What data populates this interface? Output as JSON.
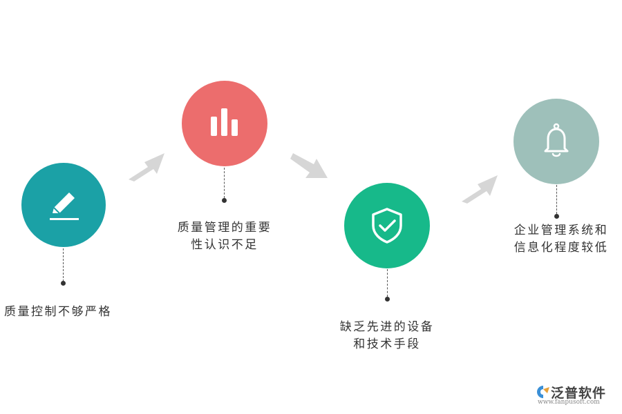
{
  "colors": {
    "teal": "#1ba1a6",
    "red": "#ec6d6d",
    "green": "#17b98a",
    "sage": "#9ec0ba",
    "arrow": "#cfcfcf",
    "text": "#333333"
  },
  "steps": [
    {
      "icon": "pencil-icon",
      "lines": [
        "质量控制不够严格"
      ]
    },
    {
      "icon": "bar-chart-icon",
      "lines": [
        "质量管理的重要",
        "性认识不足"
      ]
    },
    {
      "icon": "shield-check-icon",
      "lines": [
        "缺乏先进的设备",
        "和技术手段"
      ]
    },
    {
      "icon": "bell-icon",
      "lines": [
        "企业管理系统和",
        "信息化程度较低"
      ]
    }
  ],
  "logo": {
    "name": "泛普软件",
    "url": "www.fanpusoft.com"
  }
}
